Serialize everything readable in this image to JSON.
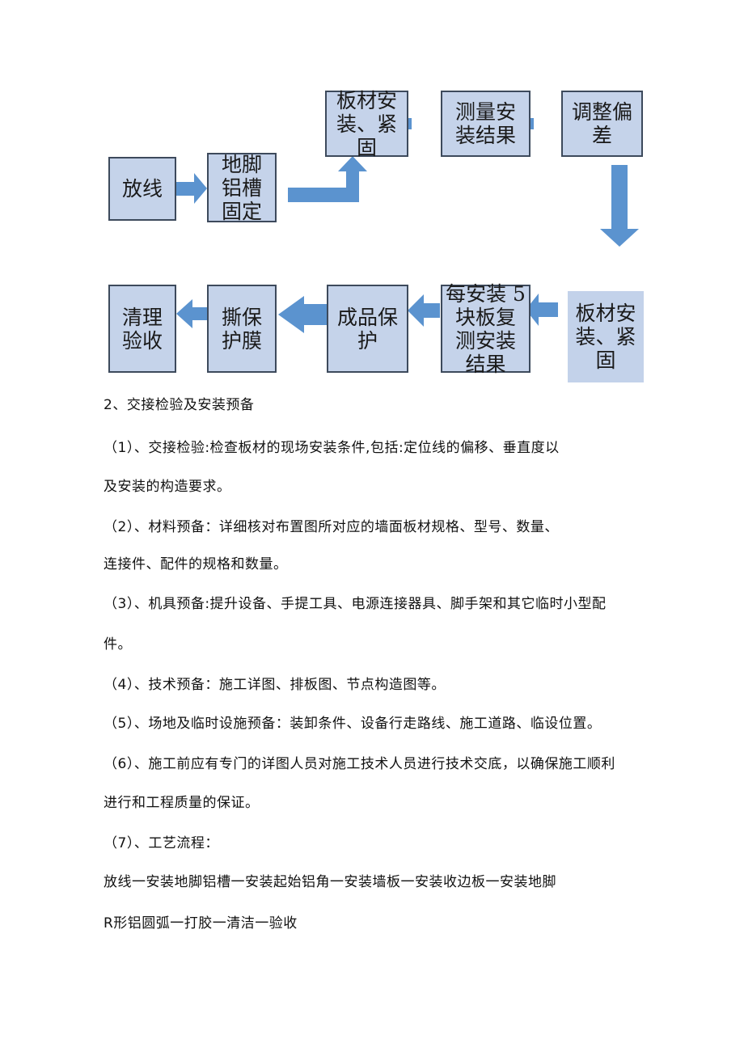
{
  "flowchart": {
    "row1": [
      {
        "label": "放线"
      },
      {
        "label": "地脚\n铝槽\n固定"
      },
      {
        "label": "板材安\n装、紧\n固"
      },
      {
        "label": "测量安\n装结果"
      },
      {
        "label": "调整偏\n差"
      }
    ],
    "row2": [
      {
        "label": "清理\n验收"
      },
      {
        "label": "撕保\n护膜"
      },
      {
        "label": "成品保\n护"
      },
      {
        "label": "每安装 5\n块板复\n测安装\n结果"
      },
      {
        "label": "板材安\n装、紧\n固"
      }
    ],
    "arrow_color": "#5b93cf",
    "box_fill": "#c5d3ea"
  },
  "text": {
    "heading": "2、交接检验及安装预备",
    "p1_line1": "（1）、交接检验:检查板材的现场安装条件,包括:定位线的偏移、垂直度以",
    "p1_line2": "及安装的构造要求。",
    "p2_line1": "（2）、材料预备：详细核对布置图所对应的墙面板材规格、型号、数量、",
    "p2_line2": "连接件、配件的规格和数量。",
    "p3_line1": "（3）、机具预备:提升设备、手提工具、电源连接器具、脚手架和其它临时小型配",
    "p3_line2": "件。",
    "p4": "（4）、技术预备：施工详图、排板图、节点构造图等。",
    "p5": "（5）、场地及临时设施预备：装卸条件、设备行走路线、施工道路、临设位置。",
    "p6_line1": "（6）、施工前应有专门的详图人员对施工技术人员进行技术交底，以确保施工顺利",
    "p6_line2": "进行和工程质量的保证。",
    "p7": "（7）、工艺流程：",
    "p8_line1": "放线一安装地脚铝槽一安装起始铝角一安装墙板一安装收边板一安装地脚",
    "p8_line2": "R形铝圆弧一打胶一清洁一验收"
  }
}
